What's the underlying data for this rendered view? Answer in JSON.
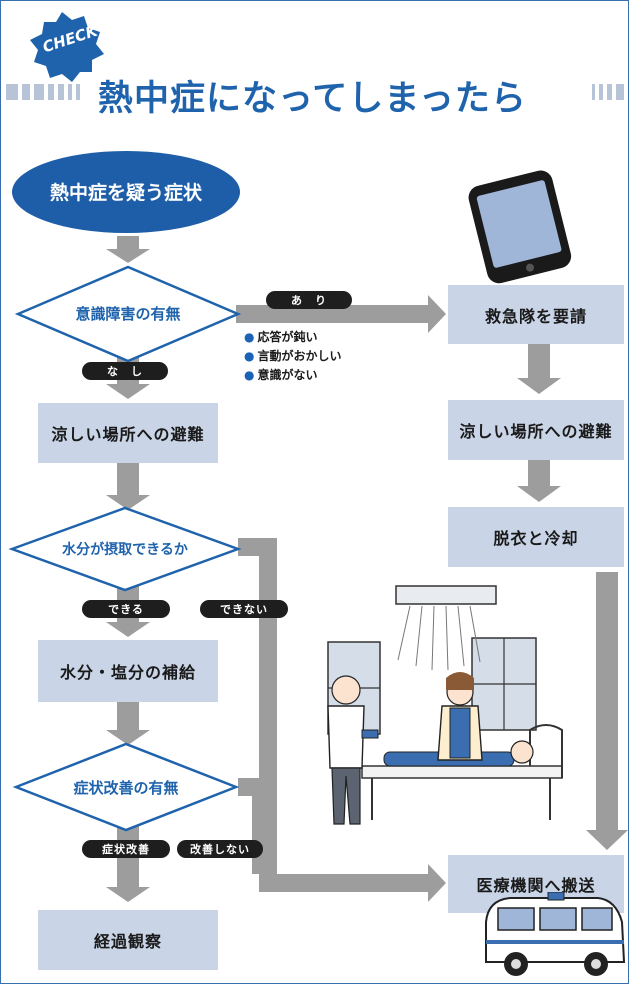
{
  "title": {
    "badge": "CHECK",
    "main": "熱中症になってしまったら"
  },
  "start": "熱中症を疑う症状",
  "decisions": {
    "consciousness": "意識障害の有無",
    "water": "水分が摂取できるか",
    "improvement": "症状改善の有無"
  },
  "labels": {
    "ari": "あ　り",
    "nashi": "な　し",
    "dekiru": "できる",
    "dekinai": "できない",
    "kaizen": "症状改善",
    "kaizen_shinai": "改善しない"
  },
  "symptoms": [
    "応答が鈍い",
    "言動がおかしい",
    "意識がない"
  ],
  "steps": {
    "left_cool": "涼しい場所への避難",
    "rehydrate": "水分・塩分の補給",
    "observe": "経過観察",
    "call_ems": "救急隊を要請",
    "right_cool": "涼しい場所への避難",
    "undress": "脱衣と冷却",
    "hospital": "医療機関へ搬送"
  },
  "colors": {
    "title_blue": "#1f63ad",
    "box_fill": "#c9d4e6",
    "arrow_gray": "#9d9d9d",
    "decision_border": "#1f63ad",
    "ellipse_fill": "#1e5ea8"
  }
}
